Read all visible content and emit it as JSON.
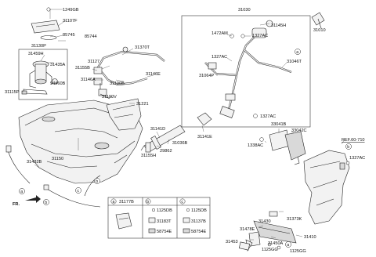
{
  "callouts": {
    "c31030": "31030",
    "c31010": "31010",
    "c1249GB": "1249GB",
    "c31107F": "31107F",
    "c85745": "85745",
    "c85744": "85744",
    "c31130P": "31130P",
    "c31459H": "31459H",
    "c31435A": "31435A",
    "c94460B": "94460B",
    "c31115P": "31115P",
    "c31127": "31127",
    "c31155B": "31155B",
    "c31370T": "31370T",
    "c31146A": "31146A",
    "c31190B": "31190B",
    "c31146E": "31146E",
    "c31190V": "31190V",
    "c31221": "31221",
    "c31150": "31150",
    "c31432B": "31432B",
    "c31141D": "31141D",
    "c31155H": "31155H",
    "c29862": "29862",
    "c31036B": "31036B",
    "c31141E": "31141E",
    "c1472AM": "1472AM",
    "c31145H": "31145H",
    "c1327AC_a": "1327AC",
    "c1327AC_b": "1327AC",
    "c31046T": "31046T",
    "c31064P": "31064P",
    "c1327AC_c": "1327AC",
    "c33041B": "33041B",
    "c33042C": "33042C",
    "c1338AC": "1338AC",
    "c1327AC_d": "1327AC",
    "ref_label": "REF.60-710",
    "fr_label": "FR.",
    "c31373K": "31373K",
    "c31478E": "31478E",
    "c31430": "31430",
    "c31410": "31410",
    "c31453": "31453",
    "c31450A": "31450A",
    "c1125GG_a": "1125GG",
    "c1125GG_b": "1125GG"
  },
  "legend": {
    "a_letter": "a",
    "a_part": "31177B",
    "b_letter": "b",
    "b_part1": "1125DB",
    "b_part2": "31183T",
    "b_part3": "58754E",
    "c_letter": "c",
    "c_part1": "1125DB",
    "c_part2": "31137B",
    "c_part3": "58754E"
  },
  "markers": {
    "a": "a",
    "b": "b",
    "c": "c"
  }
}
